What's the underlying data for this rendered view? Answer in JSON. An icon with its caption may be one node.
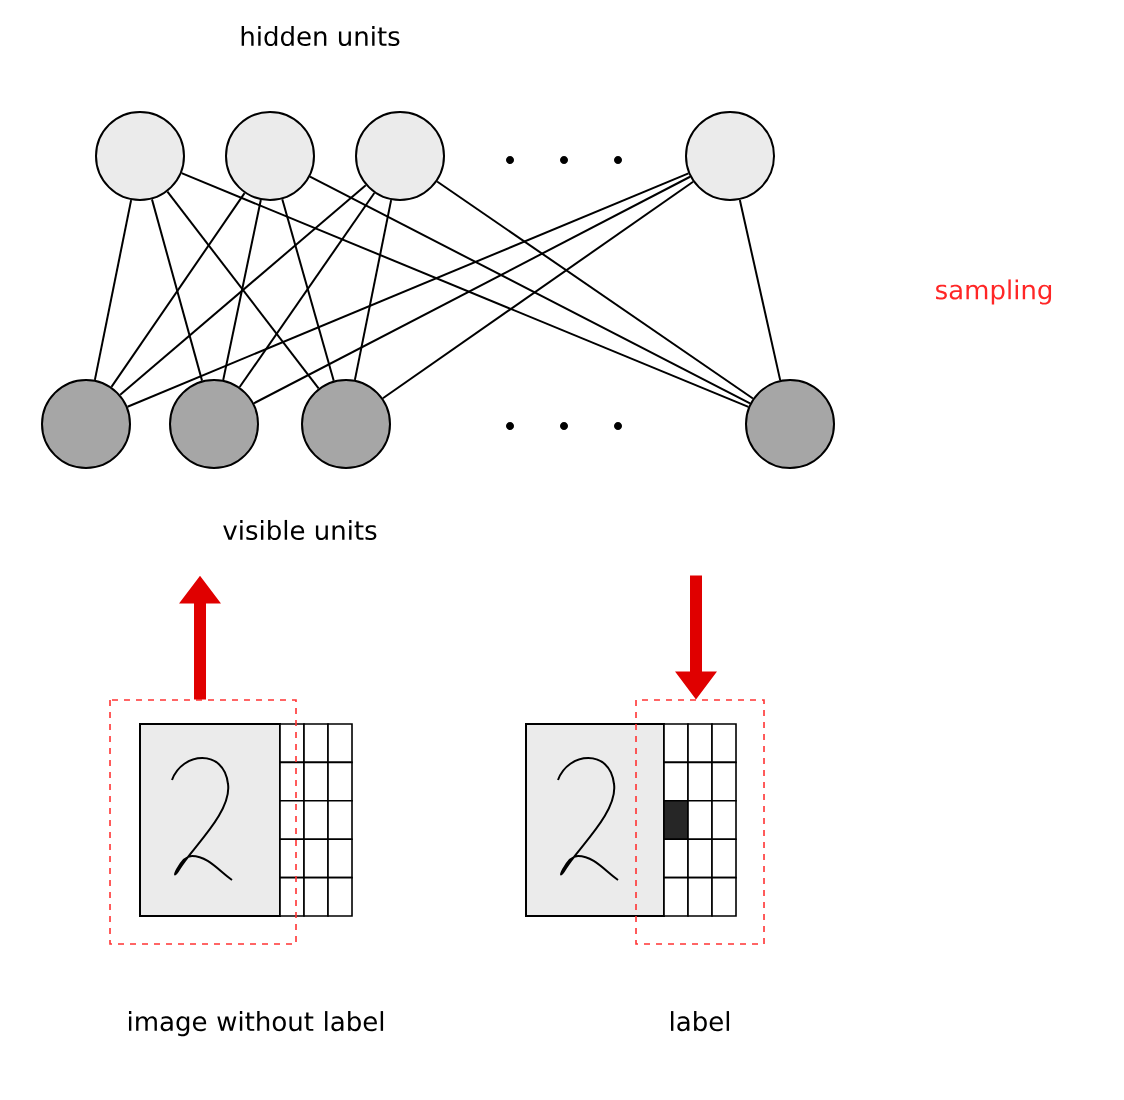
{
  "diagram": {
    "nodes": [
      {
        "text": [],
        "shape": "circle"
      },
      {
        "text": [],
        "shape": "circle"
      },
      {
        "text": [],
        "shape": "circle"
      },
      {
        "text": [],
        "shape": "circle"
      },
      {
        "text": [],
        "shape": "circle"
      },
      {
        "text": [],
        "shape": "circle"
      },
      {
        "text": [],
        "shape": "circle"
      },
      {
        "text": [],
        "shape": "circle"
      },
      {
        "text": [
          "image without label"
        ]
      },
      {
        "text": [
          "label"
        ]
      }
    ],
    "edges": [
      {
        "from": 0,
        "to": 4,
        "arrow": "none"
      },
      {
        "from": 0,
        "to": 5,
        "arrow": "none"
      },
      {
        "from": 0,
        "to": 6,
        "arrow": "none"
      },
      {
        "from": 0,
        "to": 7,
        "arrow": "none"
      },
      {
        "from": 1,
        "to": 4,
        "arrow": "none"
      },
      {
        "from": 1,
        "to": 5,
        "arrow": "none"
      },
      {
        "from": 1,
        "to": 6,
        "arrow": "none"
      },
      {
        "from": 1,
        "to": 7,
        "arrow": "none"
      },
      {
        "from": 2,
        "to": 4,
        "arrow": "none"
      },
      {
        "from": 2,
        "to": 5,
        "arrow": "none"
      },
      {
        "from": 2,
        "to": 6,
        "arrow": "none"
      },
      {
        "from": 2,
        "to": 7,
        "arrow": "none"
      },
      {
        "from": 3,
        "to": 4,
        "arrow": "none"
      },
      {
        "from": 3,
        "to": 5,
        "arrow": "none"
      },
      {
        "from": 3,
        "to": 6,
        "arrow": "none"
      },
      {
        "from": 3,
        "to": 7,
        "arrow": "none"
      },
      {
        "from": 8,
        "to": null,
        "arrow": "to",
        "style": "thick",
        "color": "#e00000"
      },
      {
        "from": null,
        "to": 9,
        "arrow": "to",
        "style": "thick",
        "color": "#e00000"
      }
    ],
    "labels": [
      "hidden units",
      "sampling",
      "visible units"
    ]
  }
}
